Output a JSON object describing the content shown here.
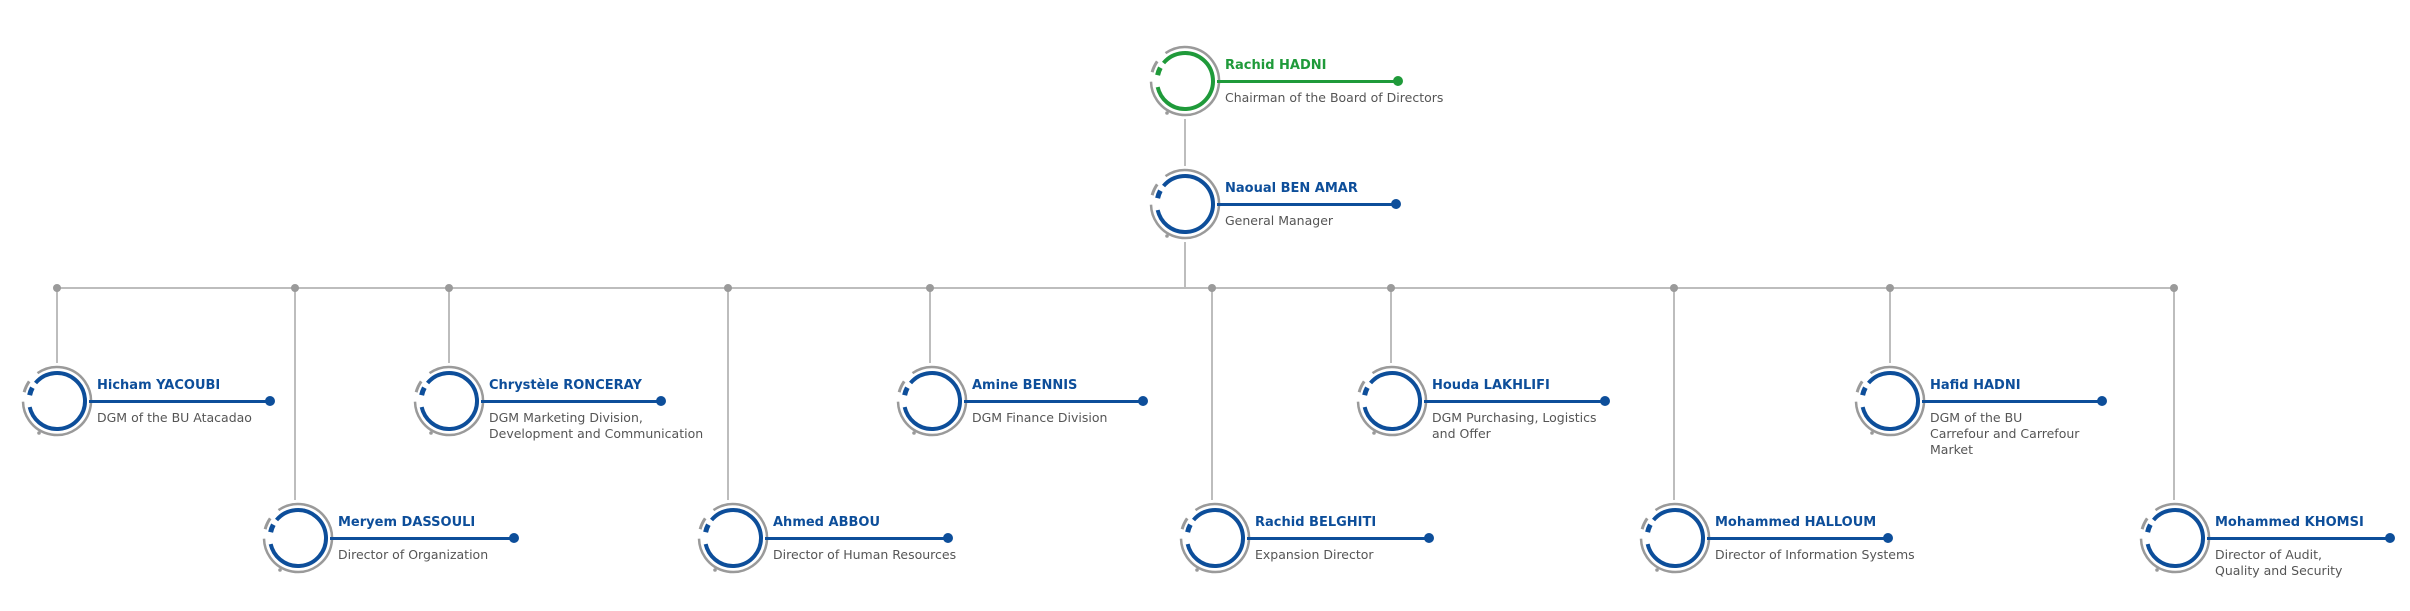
{
  "colors": {
    "blue": "#0d4e9a",
    "green": "#1f9a3a",
    "grey": "#9a9a9a",
    "line": "#bdbdbd",
    "title": "#555555"
  },
  "people": [
    {
      "id": "chairman",
      "name": "Rachid HADNI",
      "title": "Chairman of the Board of Directors",
      "accent": "green"
    },
    {
      "id": "gm",
      "name": "Naoual BEN AMAR",
      "title": "General Manager",
      "accent": "blue"
    },
    {
      "id": "atacadao",
      "name": "Hicham YACOUBI",
      "title": "DGM of the BU Atacadao",
      "accent": "blue"
    },
    {
      "id": "organization",
      "name": "Meryem DASSOULI",
      "title": "Director of Organization",
      "accent": "blue"
    },
    {
      "id": "marketing",
      "name": "Chrystèle RONCERAY",
      "title": "DGM Marketing Division, Development and Communication",
      "accent": "blue"
    },
    {
      "id": "hr",
      "name": "Ahmed ABBOU",
      "title": "Director of Human Resources",
      "accent": "blue"
    },
    {
      "id": "finance",
      "name": "Amine BENNIS",
      "title": "DGM Finance Division",
      "accent": "blue"
    },
    {
      "id": "expansion",
      "name": "Rachid BELGHITI",
      "title": "Expansion Director",
      "accent": "blue"
    },
    {
      "id": "purchasing",
      "name": "Houda LAKHLIFI",
      "title": "DGM Purchasing, Logistics and Offer",
      "accent": "blue"
    },
    {
      "id": "is",
      "name": "Mohammed HALLOUM",
      "title": "Director of Information Systems",
      "accent": "blue"
    },
    {
      "id": "carrefour",
      "name": "Hafid HADNI",
      "title": "DGM of the BU Carrefour and Carrefour Market",
      "accent": "blue"
    },
    {
      "id": "audit",
      "name": "Mohammed KHOMSI",
      "title": "Director of Audit, Quality and Security",
      "accent": "blue"
    }
  ]
}
